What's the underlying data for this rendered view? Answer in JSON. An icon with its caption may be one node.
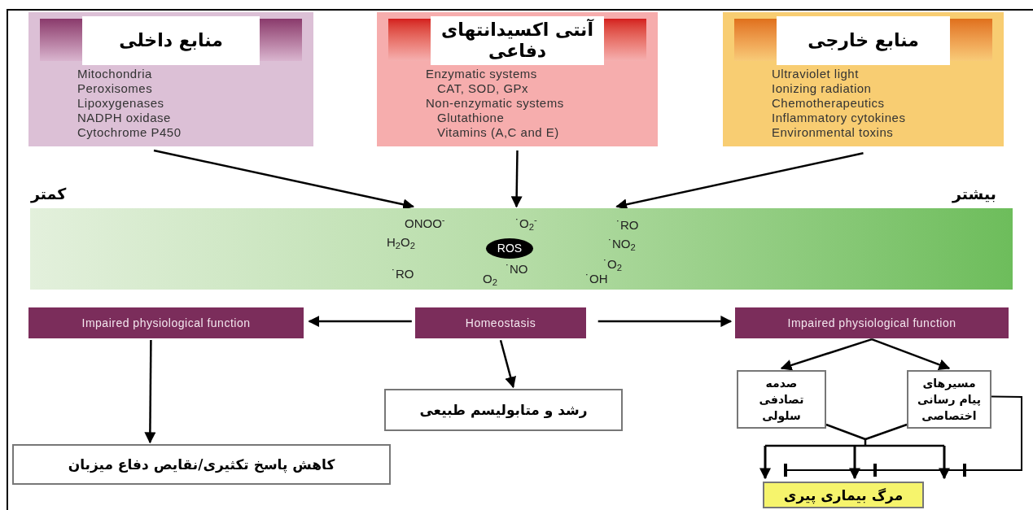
{
  "diagram": {
    "nodes": [
      {
        "text": [
          "منابع داخلی",
          "Mitochondria",
          "Peroxisomes",
          "Lipoxygenases",
          "NADPH oxidase",
          "Cytochrome P450"
        ]
      },
      {
        "text": [
          "آنتی اکسیدانتهای دفاعی",
          "Enzymatic systems",
          "CAT, SOD, GPx",
          "Non-enzymatic systems",
          "Glutathione",
          "Vitamins (A,C and E)"
        ]
      },
      {
        "text": [
          "منابع خارجی",
          "Ultraviolet light",
          "Ionizing radiation",
          "Chemotherapeutics",
          "Inflammatory cytokines",
          "Environmental toxins"
        ]
      },
      {
        "text": [
          "ONOO$^{-}$",
          "˙O$_{2}$$^{-}$",
          "˙RO",
          "H$_{2}$O$_{2}$",
          "˙NO$_{2}$",
          "˙RO",
          "O$_{2}$",
          "˙NO",
          "˙OH",
          "˙O$_{2}$"
        ]
      },
      {
        "text": [
          "ROS"
        ],
        "in": 3
      },
      {
        "text": [
          "Impaired physiological function"
        ]
      },
      {
        "text": [
          "Homeostasis"
        ]
      },
      {
        "text": [
          "Impaired physiological function"
        ]
      },
      {
        "text": [
          "کاهش پاسخ تکثیری/نقایص دفاع میزبان"
        ]
      },
      {
        "text": [
          "رشد و متابولیسم طبیعی"
        ]
      },
      {
        "text": [
          "صدمه تصادفی سلولی"
        ]
      },
      {
        "text": [
          "مسیرهای پیام رسانی اختصاصی"
        ]
      },
      {
        "text": [
          "مرگ بیماری پیری"
        ]
      }
    ],
    "edges": [
      {
        "from": 0,
        "to": 3,
        "arrow": "to"
      },
      {
        "from": 1,
        "to": 3,
        "arrow": "to"
      },
      {
        "from": 2,
        "to": 3,
        "arrow": "to"
      },
      {
        "from": 6,
        "to": 5,
        "arrow": "to"
      },
      {
        "from": 6,
        "to": 7,
        "arrow": "to"
      },
      {
        "from": 5,
        "to": 8,
        "arrow": "to"
      },
      {
        "from": 6,
        "to": 9,
        "arrow": "to"
      },
      {
        "from": 7,
        "to": 10,
        "arrow": "to"
      },
      {
        "from": 7,
        "to": 11,
        "arrow": "to"
      },
      {
        "from": 10,
        "to": 12,
        "arrow": "to"
      },
      {
        "from": 11,
        "to": 12,
        "arrow": "to"
      },
      {
        "from": 11,
        "to": 12,
        "arrow": "other"
      }
    ],
    "labels": [
      "کمتر",
      "بیشتر"
    ]
  }
}
